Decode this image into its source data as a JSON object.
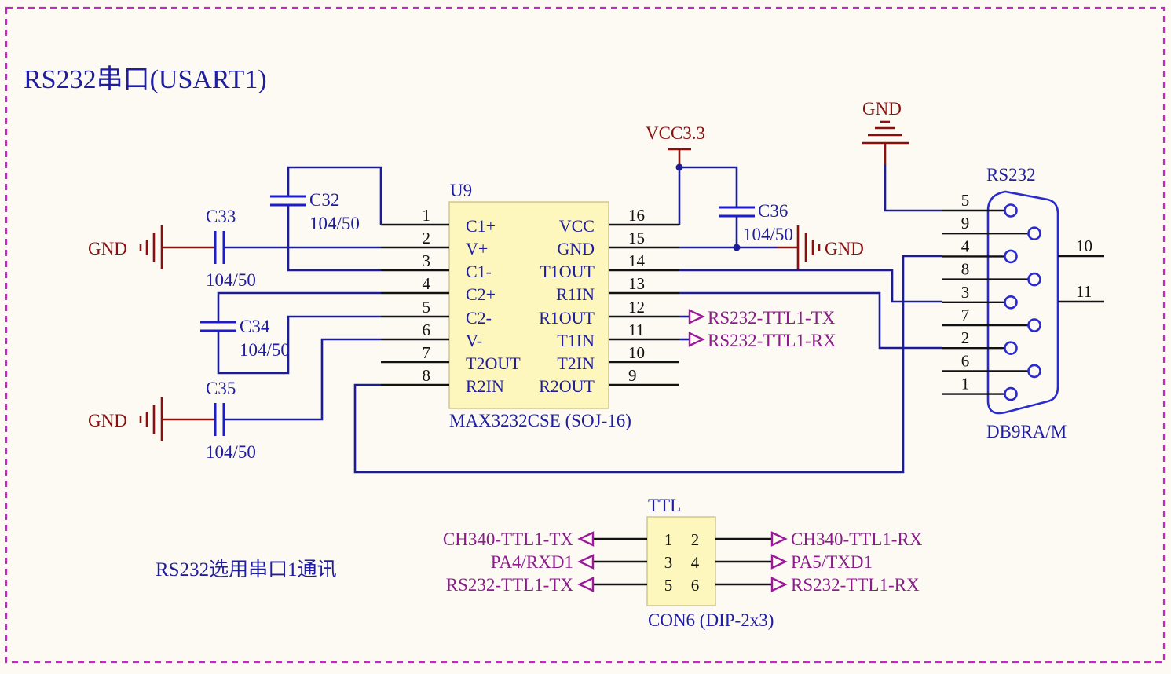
{
  "title": "RS232串口(USART1)",
  "note": "RS232选用串口1通讯",
  "colors": {
    "wire": "#1c1c96",
    "power": "#8a1010",
    "port": "#9a1a9a",
    "chip_fill": "#fdf7bd",
    "border": "#c427c4"
  },
  "u9": {
    "ref": "U9",
    "part": "MAX3232CSE (SOJ-16)",
    "left_pins": [
      {
        "num": "1",
        "name": "C1+"
      },
      {
        "num": "2",
        "name": "V+"
      },
      {
        "num": "3",
        "name": "C1-"
      },
      {
        "num": "4",
        "name": "C2+"
      },
      {
        "num": "5",
        "name": "C2-"
      },
      {
        "num": "6",
        "name": "V-"
      },
      {
        "num": "7",
        "name": "T2OUT"
      },
      {
        "num": "8",
        "name": "R2IN"
      }
    ],
    "right_pins": [
      {
        "num": "16",
        "name": "VCC"
      },
      {
        "num": "15",
        "name": "GND"
      },
      {
        "num": "14",
        "name": "T1OUT"
      },
      {
        "num": "13",
        "name": "R1IN"
      },
      {
        "num": "12",
        "name": "R1OUT"
      },
      {
        "num": "11",
        "name": "T1IN"
      },
      {
        "num": "10",
        "name": "T2IN"
      },
      {
        "num": "9",
        "name": "R2OUT"
      }
    ]
  },
  "capacitors": {
    "c32": {
      "ref": "C32",
      "value": "104/50"
    },
    "c33": {
      "ref": "C33",
      "value": "104/50"
    },
    "c34": {
      "ref": "C34",
      "value": "104/50"
    },
    "c35": {
      "ref": "C35",
      "value": "104/50"
    },
    "c36": {
      "ref": "C36",
      "value": "104/50"
    }
  },
  "power": {
    "gnd": "GND",
    "vcc": "VCC3.3"
  },
  "ports": {
    "tx": "RS232-TTL1-TX",
    "rx": "RS232-TTL1-RX"
  },
  "db9": {
    "ref": "RS232",
    "part": "DB9RA/M",
    "pins": [
      "5",
      "9",
      "4",
      "8",
      "3",
      "7",
      "2",
      "6",
      "1"
    ],
    "shell_pins": [
      "10",
      "11"
    ]
  },
  "con6": {
    "ref": "TTL",
    "part": "CON6 (DIP-2x3)",
    "rows": [
      {
        "left_num": "1",
        "right_num": "2",
        "left_net": "CH340-TTL1-TX",
        "right_net": "CH340-TTL1-RX"
      },
      {
        "left_num": "3",
        "right_num": "4",
        "left_net": "PA4/RXD1",
        "right_net": "PA5/TXD1"
      },
      {
        "left_num": "5",
        "right_num": "6",
        "left_net": "RS232-TTL1-TX",
        "right_net": "RS232-TTL1-RX"
      }
    ]
  }
}
